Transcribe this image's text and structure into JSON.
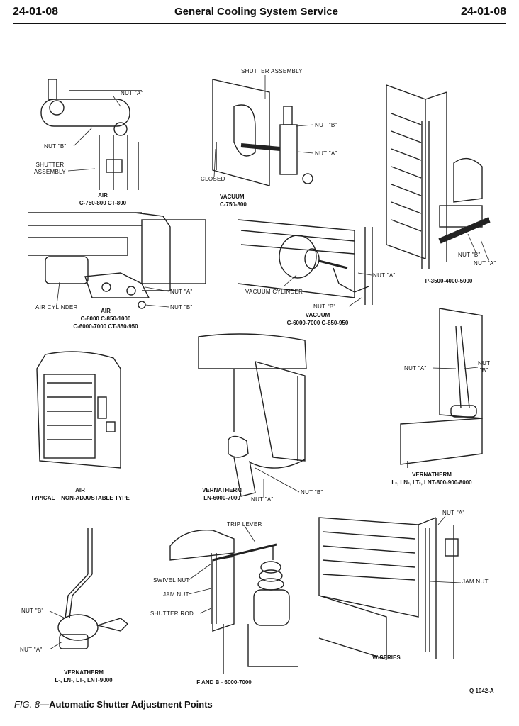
{
  "header": {
    "page_left": "24-01-08",
    "title": "General Cooling System Service",
    "page_right": "24-01-08"
  },
  "panels": {
    "p1": {
      "nut_a": "NUT \"A\"",
      "nut_b": "NUT \"B\"",
      "shutter": "SHUTTER\nASSEMBLY",
      "cap1": "AIR",
      "cap2": "C-750-800  CT-800"
    },
    "p2": {
      "shutter": "SHUTTER ASSEMBLY",
      "nut_b": "NUT \"B\"",
      "nut_a": "NUT \"A\"",
      "closed": "CLOSED",
      "cap1": "VACUUM",
      "cap2": "C-750-800"
    },
    "p3": {
      "nut_b": "NUT \"B\"",
      "nut_a": "NUT \"A\"",
      "cap": "P-3500-4000-5000"
    },
    "p4": {
      "nut_a": "NUT \"A\"",
      "nut_b": "NUT \"B\"",
      "aircyl": "AIR CYLINDER",
      "cap1": "AIR",
      "cap2": "C-8000  C-850-1000",
      "cap3": "C-6000-7000  CT-850-950"
    },
    "p5": {
      "nut_a": "NUT \"A\"",
      "vaccyl": "VACUUM CYLINDER",
      "nut_b": "NUT \"B\"",
      "cap1": "VACUUM",
      "cap2": "C-6000-7000 C-850-950"
    },
    "p6": {
      "nut_a": "NUT \"A\"",
      "nut_b": "NUT\n\"B\"",
      "cap1": "VERNATHERM",
      "cap2": "L-, LN-, LT-, LNT-800-900-8000"
    },
    "p7": {
      "cap1": "AIR",
      "cap2": "TYPICAL – NON-ADJUSTABLE TYPE"
    },
    "p8": {
      "nut_b": "NUT \"B\"",
      "nut_a": "NUT \"A\"",
      "cap1": "VERNATHERM",
      "cap2": "LN-6000-7000"
    },
    "p9": {
      "nut_b": "NUT \"B\"",
      "nut_a": "NUT \"A\"",
      "cap1": "VERNATHERM",
      "cap2": "L-, LN-, LT-, LNT-9000"
    },
    "p10": {
      "trip": "TRIP LEVER",
      "swivel": "SWIVEL NUT",
      "jam": "JAM NUT",
      "rod": "SHUTTER ROD",
      "cap": "F AND B - 6000-7000"
    },
    "p11": {
      "nut_a": "NUT \"A\"",
      "jam": "JAM NUT",
      "cap": "W-SERIES"
    }
  },
  "footer": {
    "fig_num": "FIG. 8",
    "fig_title": "—Automatic Shutter Adjustment Points",
    "code": "Q 1042-A"
  }
}
